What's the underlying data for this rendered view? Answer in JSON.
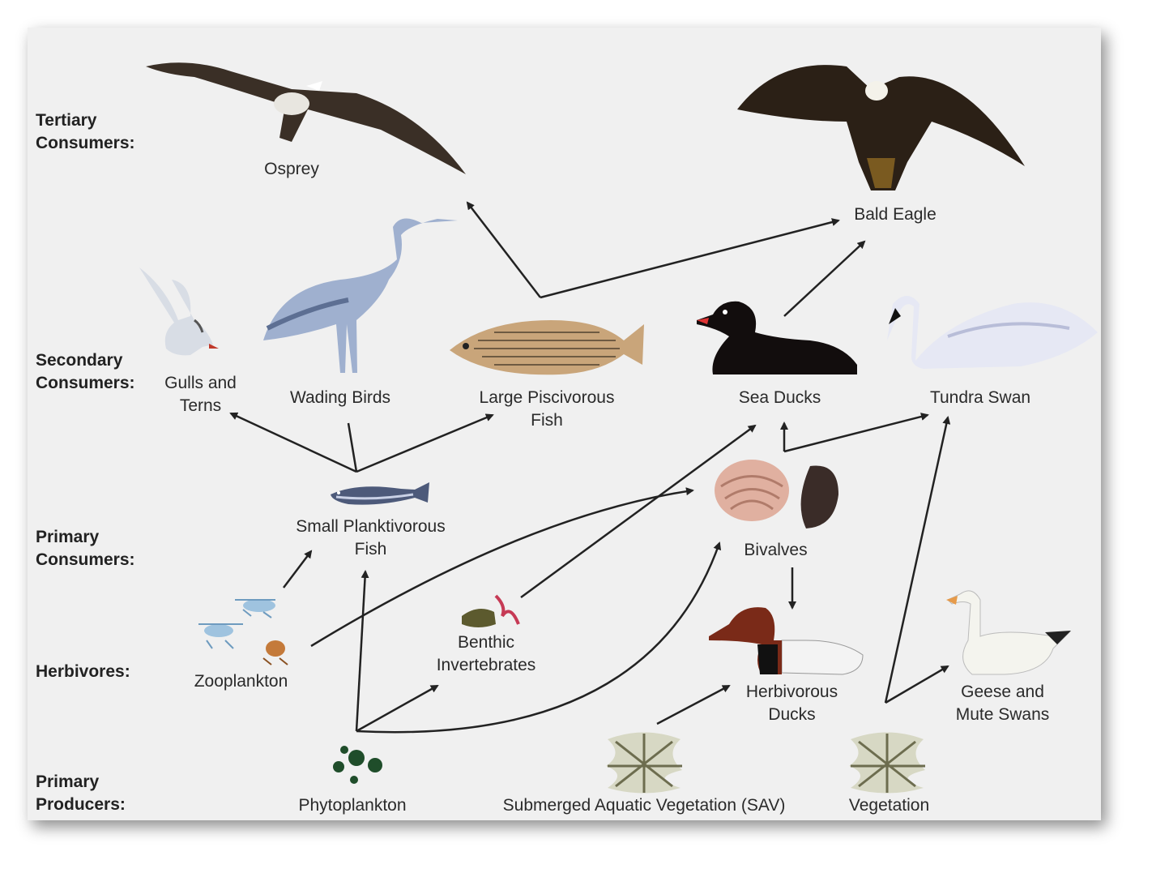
{
  "levels": {
    "tertiary": [
      "Tertiary",
      "Consumers:"
    ],
    "secondary": [
      "Secondary",
      "Consumers:"
    ],
    "primary": [
      "Primary",
      "Consumers:"
    ],
    "herbivores": [
      "Herbivores:"
    ],
    "producers": [
      "Primary",
      "Producers:"
    ]
  },
  "organisms": {
    "osprey": [
      "Osprey"
    ],
    "bald_eagle": [
      "Bald Eagle"
    ],
    "gulls": [
      "Gulls and",
      "Terns"
    ],
    "wading": [
      "Wading Birds"
    ],
    "piscivorous": [
      "Large Piscivorous",
      "Fish"
    ],
    "sea_ducks": [
      "Sea Ducks"
    ],
    "tundra": [
      "Tundra Swan"
    ],
    "planktivorous": [
      "Small Planktivorous",
      "Fish"
    ],
    "bivalves": [
      "Bivalves"
    ],
    "zooplankton": [
      "Zooplankton"
    ],
    "benthic": [
      "Benthic",
      "Invertebrates"
    ],
    "herb_ducks": [
      "Herbivorous",
      "Ducks"
    ],
    "geese": [
      "Geese and",
      "Mute Swans"
    ],
    "phyto": [
      "Phytoplankton"
    ],
    "sav": [
      "Submerged Aquatic Vegetation (SAV)"
    ],
    "vegetation": [
      "Vegetation"
    ]
  },
  "icons": [
    "osprey-icon",
    "bald-eagle-icon",
    "gull-icon",
    "heron-icon",
    "striped-bass-icon",
    "sea-duck-icon",
    "tundra-swan-icon",
    "small-fish-icon",
    "clam-icon",
    "mussel-icon",
    "zooplankton-icon",
    "benthic-invertebrate-icon",
    "canvasback-duck-icon",
    "goose-icon",
    "phytoplankton-icon",
    "sav-plant-icon",
    "vegetation-plant-icon"
  ],
  "colors": {
    "background": "#f0f0f0",
    "arrow": "#222222",
    "text": "#2a2a2a"
  }
}
